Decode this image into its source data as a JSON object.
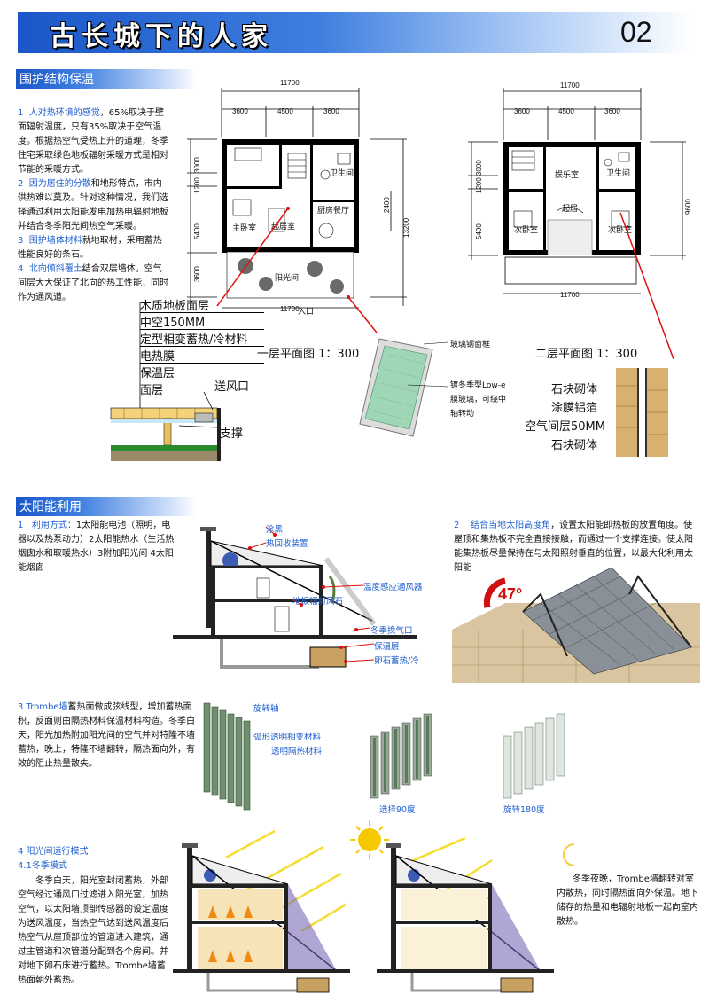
{
  "header": {
    "title": "古长城下的人家",
    "page_number": "02"
  },
  "sections": {
    "envelope": {
      "title": "围护结构保温"
    },
    "solar": {
      "title": "太阳能利用"
    }
  },
  "envelope_text": [
    {
      "num": "1",
      "lead": "人对热环境的感觉",
      "rest": "，65%取决于壁面辐射温度，只有35%取决于空气温度。根据热空气受热上升的道理，冬季住宅采取绿色地板辐射采暖方式是相对节能的采暖方式。"
    },
    {
      "num": "2",
      "lead": "因为居住的分散",
      "rest": "和地形特点，市内供热难以莫及。针对这种情况，我们选择通过利用太阳能发电加热电辐射地板并结合冬季阳光间热空气采暖。"
    },
    {
      "num": "3",
      "lead": "围护墙体材料",
      "rest": "就地取材，采用蓄热性能良好的条石。"
    },
    {
      "num": "4",
      "lead": "北向倾斜覆土",
      "rest": "结合双层墙体，空气间层大大保证了北向的热工性能，同时作为通风道。"
    }
  ],
  "plan1": {
    "title": "一层平面图  1：300",
    "dims_top": [
      "11700",
      "3600",
      "4500",
      "3600"
    ],
    "dims_bottom": "11700",
    "dims_left": [
      "3000",
      "1200",
      "5400",
      "3600"
    ],
    "dims_right": [
      "13200",
      "2400"
    ],
    "rooms": [
      "主卧室",
      "起居室",
      "厨房",
      "餐厅",
      "卫生间",
      "阳光间"
    ],
    "entry": "入口"
  },
  "plan2": {
    "title": "二层平面图  1：300",
    "dims_top": [
      "11700",
      "3600",
      "4500",
      "3600"
    ],
    "dims_bottom": "11700",
    "dims_left": [
      "3000",
      "1200",
      "5400"
    ],
    "dims_right": [
      "9600"
    ],
    "rooms": [
      "次卧室",
      "娱乐室",
      "次卧室",
      "卫生间",
      "起居"
    ]
  },
  "floor_layers": [
    "木质地板面层",
    "中空150MM",
    "定型相变蓄热/冷材料",
    "电热膜",
    "保温层",
    "面层"
  ],
  "floor_labels": {
    "vent": "送风口",
    "support": "支撑"
  },
  "window_labels": {
    "frame": "玻璃钢窗框",
    "glass": "镀冬季型Low-e膜玻璃，可绕中轴转动"
  },
  "wall_layers": [
    "石块砌体",
    "涂膜铝箔",
    "空气间层50MM",
    "石块砌体"
  ],
  "solar_text_1": {
    "num": "1",
    "lead": "利用方式：",
    "rest": "1太阳能电池（照明，电器以及热泵动力）2太阳能热水（生活热烟囱水和取暖热水）3附加阳光间 4太阳能烟囱"
  },
  "section_labels": [
    "涂黑",
    "热回收装置",
    "温度感应通风器",
    "地板辐射风石",
    "冬季换气口",
    "保温层",
    "卵石蓄热/冷"
  ],
  "solar_text_2": {
    "num": "2",
    "lead": "结合当地太阳高度角",
    "rest": "，设置太阳能即热板的放置角度。使屋顶和集热板不完全直接接触，而通过一个支撑连接。使太阳能集热板尽量保持在与太阳照射垂直的位置，以最大化利用太阳能"
  },
  "angle": "47°",
  "trombe_text": {
    "num": "3",
    "lead": "Trombe墙",
    "rest": "蓄热面做成弦线型，增加蓄热面积，反面则由隔热材料保温材料构造。冬季白天，阳光加热附加阳光间的空气并对特隆不墙蓄热，晚上，特隆不墙翻转，隔热面向外，有效的阻止热量散失。"
  },
  "trombe_labels": [
    "旋转轴",
    "弧形透明相变材料",
    "透明隔热材料"
  ],
  "trombe_captions": [
    "选择90度",
    "旋转180度"
  ],
  "sunspace": {
    "heading": "4   阳光间运行模式",
    "sub": "4.1冬季模式",
    "text": "冬季白天，阳光室封闭蓄热，外部空气经过通风口过滤进入阳光室，加热空气，以太阳墙顶部传感器的设定温度为送风温度，当热空气达到送风温度后热空气从屋顶部位的管道进入建筑，通过主管道和次管道分配到各个房间。并对地下卵石床进行蓄热。Trombe墙蓄热面朝外蓄热。",
    "night": "冬季夜晚，Trombe墙翻转对室内散热，同时隔热面向外保温。地下储存的热量和电辐射地板一起向室内散热。"
  },
  "colors": {
    "accent": "#1f5fd0",
    "title_bar": "#1a56c8",
    "red_line": "#e01010"
  }
}
